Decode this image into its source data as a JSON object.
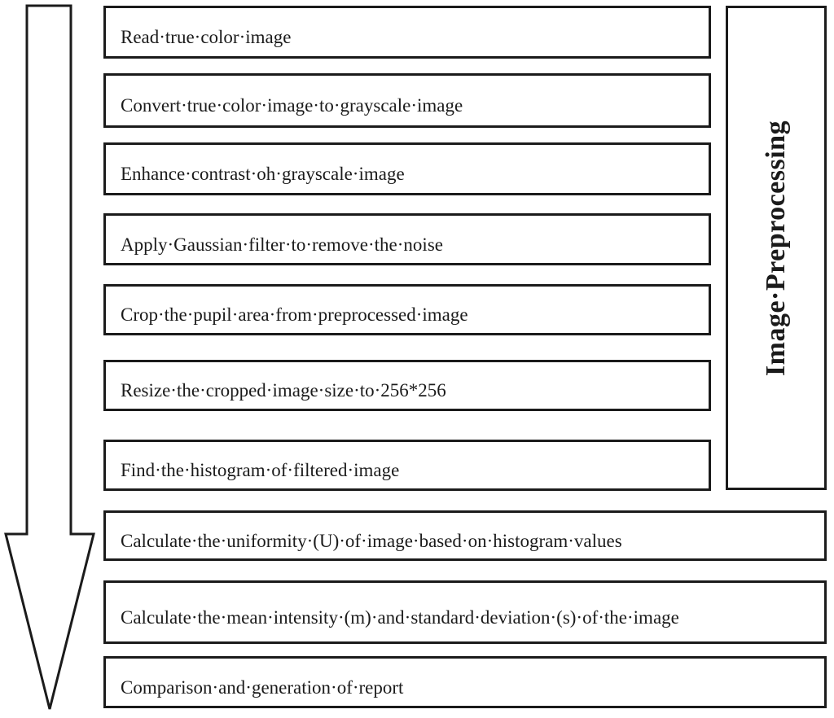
{
  "flowchart": {
    "steps": [
      {
        "label": "Read·true·color·image"
      },
      {
        "label": "Convert·true·color·image·to·grayscale·image"
      },
      {
        "label": "Enhance·contrast·oh·grayscale·image"
      },
      {
        "label": "Apply·Gaussian·filter·to·remove·the·noise"
      },
      {
        "label": "Crop·the·pupil·area·from·preprocessed·image"
      },
      {
        "label": "Resize·the·cropped·image·size·to·256*256"
      },
      {
        "label": "Find·the·histogram·of·filtered·image"
      },
      {
        "label": "Calculate·the·uniformity·(U)·of·image·based·on·histogram·values"
      },
      {
        "label": "Calculate·the·mean·intensity·(m)·and·standard·deviation·(s)·of·the·image"
      },
      {
        "label": "Comparison·and·generation·of·report"
      }
    ],
    "group_label": "Image·Preprocessing",
    "arrow_icon": "down-arrow-icon",
    "colors": {
      "outline": "#1b1b1b",
      "text": "#1b1b1b",
      "fill": "#ffffff"
    }
  }
}
